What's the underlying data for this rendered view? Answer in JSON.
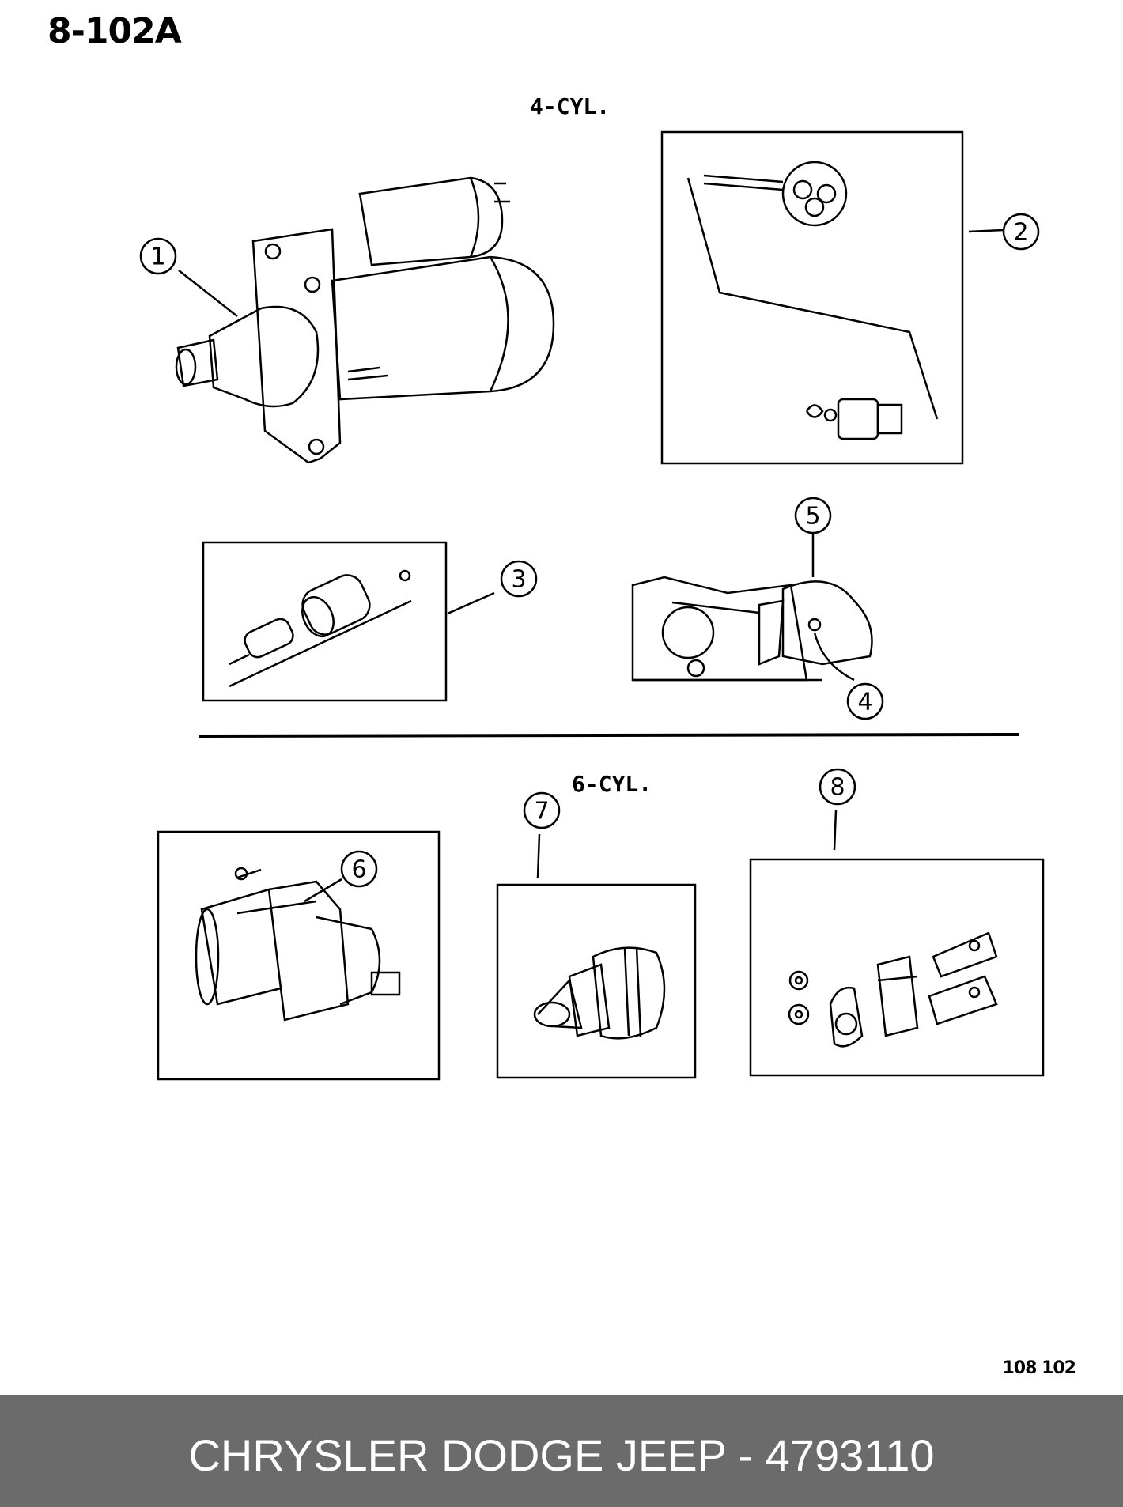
{
  "page_id": "8-102A",
  "sections": {
    "four_cyl": "4-CYL.",
    "six_cyl": "6-CYL."
  },
  "callouts": [
    "1",
    "2",
    "3",
    "4",
    "5",
    "6",
    "7",
    "8"
  ],
  "reference_code": "108 102",
  "footer": {
    "title": "CHRYSLER DODGE JEEP - 4793110",
    "background": "#6b6b6b"
  }
}
